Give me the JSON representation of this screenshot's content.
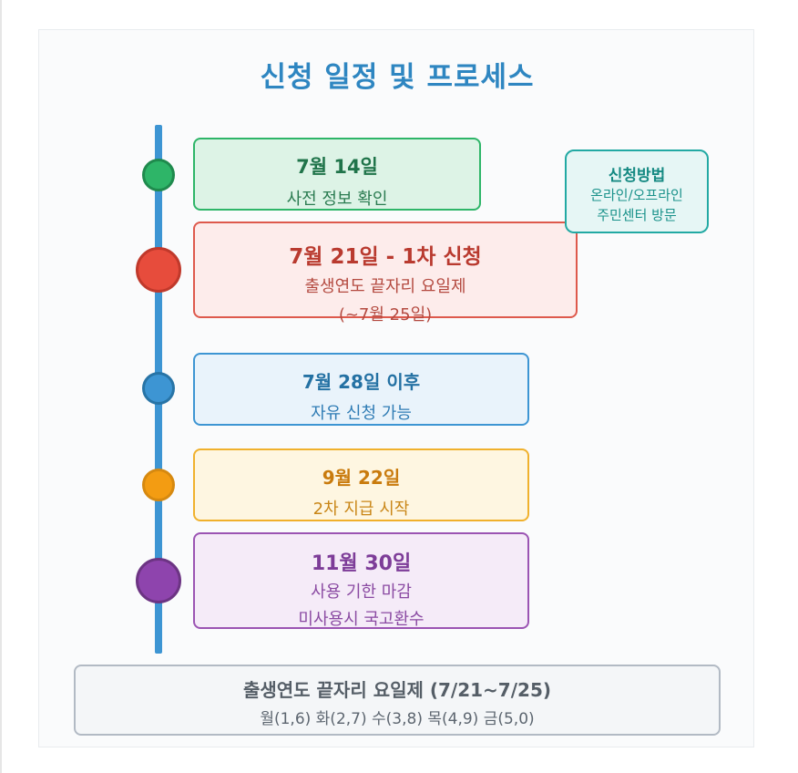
{
  "title": "신청 일정 및 프로세스",
  "colors": {
    "title": "#2e86c1",
    "timeline": "#3d95d3",
    "green": "#2eb568",
    "red": "#de594c",
    "blue": "#3d95d3",
    "orange": "#f0b12d",
    "purple": "#9b54b3",
    "teal": "#22a9a3",
    "gray": "#b2bac4"
  },
  "timeline": [
    {
      "date": "7월 14일",
      "lines": [
        "사전 정보 확인"
      ]
    },
    {
      "date": "7월 21일 - 1차 신청",
      "lines": [
        "출생연도 끝자리 요일제",
        "(~7월 25일)"
      ]
    },
    {
      "date": "7월 28일 이후",
      "lines": [
        "자유 신청 가능"
      ]
    },
    {
      "date": "9월 22일",
      "lines": [
        "2차 지급 시작"
      ]
    },
    {
      "date": "11월 30일",
      "lines": [
        "사용 기한 마감",
        "미사용시 국고환수"
      ]
    }
  ],
  "method": {
    "title": "신청방법",
    "lines": [
      "온라인/오프라인",
      "주민센터 방문"
    ]
  },
  "footer": {
    "title": "출생연도 끝자리 요일제 (7/21~7/25)",
    "detail": "월(1,6) 화(2,7) 수(3,8) 목(4,9) 금(5,0)"
  }
}
